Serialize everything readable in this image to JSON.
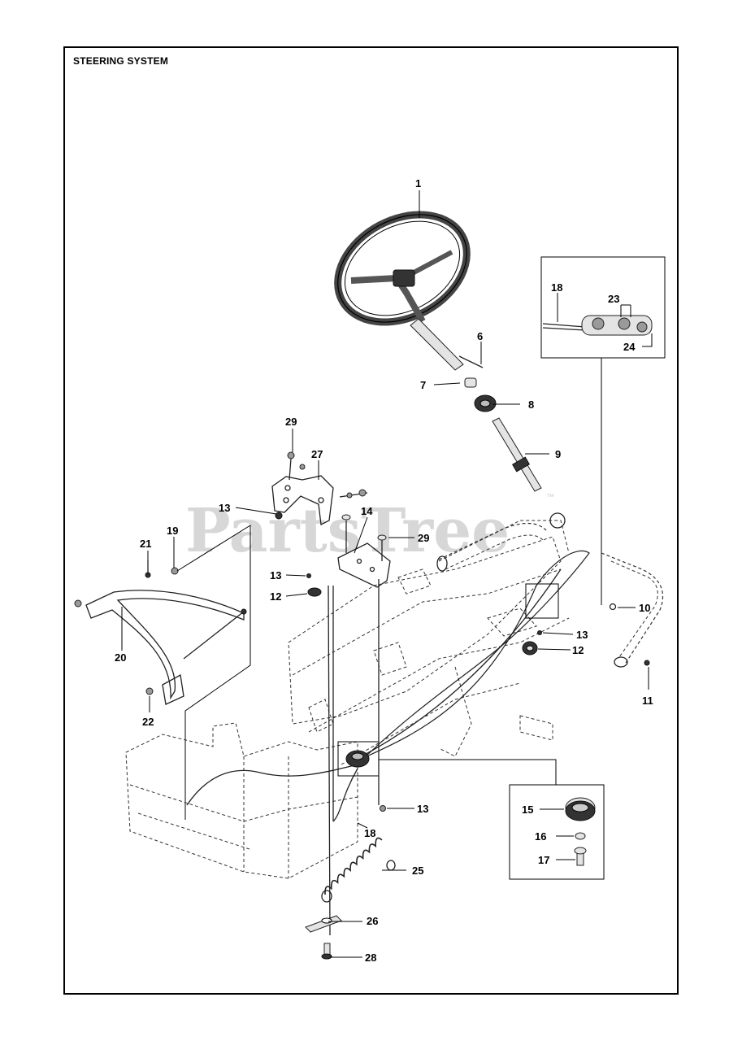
{
  "title": "STEERING SYSTEM",
  "watermark": "PartsTree",
  "watermark_tm": "™",
  "callouts": {
    "c1": "1",
    "c6": "6",
    "c7": "7",
    "c8": "8",
    "c9": "9",
    "c18_inset": "18",
    "c23": "23",
    "c24": "24",
    "c29_top": "29",
    "c27": "27",
    "c13_bracket": "13",
    "c14": "14",
    "c29_plate": "29",
    "c21": "21",
    "c19": "19",
    "c13_left": "13",
    "c12_left": "12",
    "c20": "20",
    "c22": "22",
    "c10": "10",
    "c13_right": "13",
    "c12_right": "12",
    "c11": "11",
    "c13_bottom": "13",
    "c18_bottom": "18",
    "c15": "15",
    "c16": "16",
    "c17": "17",
    "c25": "25",
    "c26": "26",
    "c28": "28"
  }
}
